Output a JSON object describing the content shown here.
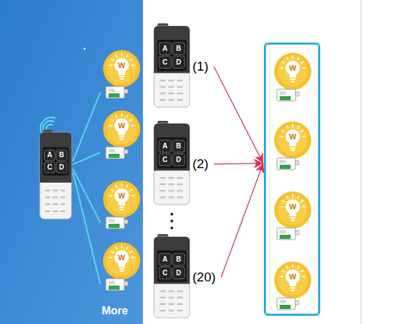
{
  "diagram": {
    "nodes": [
      {
        "text": [
          "A",
          "B",
          "C",
          "D"
        ]
      },
      {
        "text": [
          "W"
        ]
      },
      {
        "text": [
          "W"
        ]
      },
      {
        "text": [
          "W"
        ]
      },
      {
        "text": [
          "W"
        ]
      },
      {
        "text": [
          "A",
          "B",
          "C",
          "D",
          "(1)"
        ]
      },
      {
        "text": [
          "A",
          "B",
          "C",
          "D",
          "(2)"
        ]
      },
      {
        "text": [
          "A",
          "B",
          "C",
          "D",
          "(20)"
        ]
      },
      {
        "text": []
      },
      {
        "text": [
          "W"
        ],
        "in": 8
      },
      {
        "text": [
          "W"
        ],
        "in": 8
      },
      {
        "text": [
          "W"
        ],
        "in": 8
      },
      {
        "text": [
          "W"
        ],
        "in": 8
      }
    ],
    "edges": [
      {
        "from": 0,
        "to": 1,
        "arrow": "none"
      },
      {
        "from": 0,
        "to": 2,
        "arrow": "none"
      },
      {
        "from": 0,
        "to": 3,
        "arrow": "none"
      },
      {
        "from": 0,
        "to": 4,
        "arrow": "none"
      },
      {
        "from": 5,
        "to": 8,
        "arrow": "to"
      },
      {
        "from": 6,
        "to": 8,
        "arrow": "to"
      },
      {
        "from": 7,
        "to": 8,
        "arrow": "to"
      }
    ],
    "labels": [
      "More"
    ]
  }
}
